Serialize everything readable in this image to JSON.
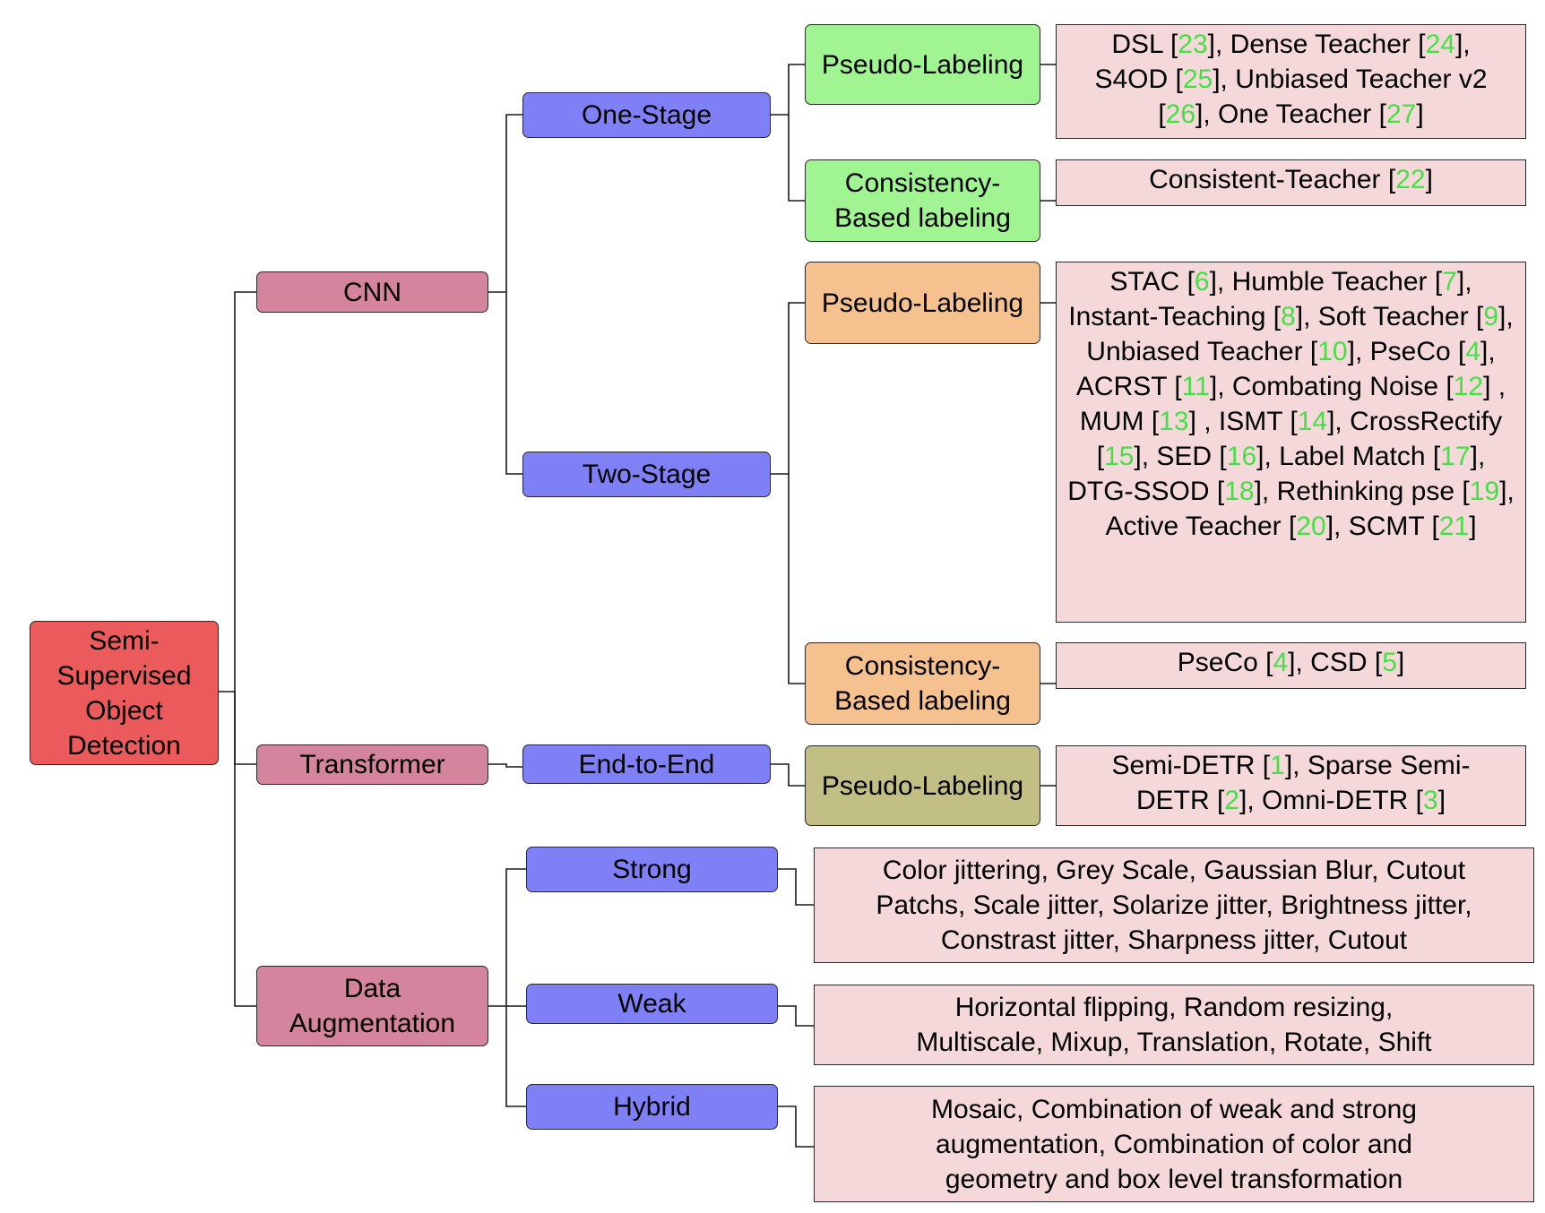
{
  "root": {
    "label": "Semi-Supervised Object Detection"
  },
  "categories": {
    "cnn": {
      "label": "CNN"
    },
    "transformer": {
      "label": "Transformer"
    },
    "data_augmentation": {
      "label": "Data Augmentation"
    }
  },
  "stages": {
    "one_stage": "One-Stage",
    "two_stage": "Two-Stage",
    "end_to_end": "End-to-End",
    "strong": "Strong",
    "weak": "Weak",
    "hybrid": "Hybrid"
  },
  "methods": {
    "one_stage_pseudo": "Pseudo-Labeling",
    "one_stage_consistency": "Consistency-Based labeling",
    "two_stage_pseudo": "Pseudo-Labeling",
    "two_stage_consistency": "Consistency-Based labeling",
    "end_to_end_pseudo": "Pseudo-Labeling"
  },
  "leaves": {
    "one_stage_pseudo": [
      {
        "t": "DSL ["
      },
      {
        "r": "23"
      },
      {
        "t": "], Dense Teacher ["
      },
      {
        "r": "24"
      },
      {
        "t": "], S4OD ["
      },
      {
        "r": "25"
      },
      {
        "t": "], Unbiased Teacher v2 ["
      },
      {
        "r": "26"
      },
      {
        "t": "], One Teacher ["
      },
      {
        "r": "27"
      },
      {
        "t": "]"
      }
    ],
    "one_stage_consistency": [
      {
        "t": "Consistent-Teacher ["
      },
      {
        "r": "22"
      },
      {
        "t": "]"
      }
    ],
    "two_stage_pseudo": [
      {
        "t": "STAC ["
      },
      {
        "r": "6"
      },
      {
        "t": "], Humble Teacher ["
      },
      {
        "r": "7"
      },
      {
        "t": "], Instant-Teaching ["
      },
      {
        "r": "8"
      },
      {
        "t": "], Soft Teacher ["
      },
      {
        "r": "9"
      },
      {
        "t": "], Unbiased Teacher ["
      },
      {
        "r": "10"
      },
      {
        "t": "], PseCo ["
      },
      {
        "r": "4"
      },
      {
        "t": "], ACRST ["
      },
      {
        "r": "11"
      },
      {
        "t": "], Combating Noise ["
      },
      {
        "r": "12"
      },
      {
        "t": "] , MUM ["
      },
      {
        "r": "13"
      },
      {
        "t": "] , ISMT ["
      },
      {
        "r": "14"
      },
      {
        "t": "], CrossRectify ["
      },
      {
        "r": "15"
      },
      {
        "t": "], SED ["
      },
      {
        "r": "16"
      },
      {
        "t": "], Label Match ["
      },
      {
        "r": "17"
      },
      {
        "t": "], DTG-SSOD ["
      },
      {
        "r": "18"
      },
      {
        "t": "], Rethinking pse ["
      },
      {
        "r": "19"
      },
      {
        "t": "], Active Teacher ["
      },
      {
        "r": "20"
      },
      {
        "t": "], SCMT ["
      },
      {
        "r": "21"
      },
      {
        "t": "]"
      }
    ],
    "two_stage_consistency": [
      {
        "t": "PseCo ["
      },
      {
        "r": "4"
      },
      {
        "t": "], CSD ["
      },
      {
        "r": "5"
      },
      {
        "t": "]"
      }
    ],
    "end_to_end_pseudo": [
      {
        "t": "Semi-DETR ["
      },
      {
        "r": "1"
      },
      {
        "t": "], Sparse Semi-DETR ["
      },
      {
        "r": "2"
      },
      {
        "t": "], Omni-DETR ["
      },
      {
        "r": "3"
      },
      {
        "t": "]"
      }
    ],
    "strong": [
      {
        "t": "Color jittering, Grey Scale, Gaussian Blur, Cutout Patchs, Scale jitter, Solarize jitter, Brightness jitter, Constrast jitter, Sharpness jitter, Cutout"
      }
    ],
    "weak": [
      {
        "t": "Horizontal flipping, Random resizing, Multiscale, Mixup, Translation, Rotate, Shift"
      }
    ],
    "hybrid": [
      {
        "t": "Mosaic, Combination of weak and strong augmentation, Combination of color and geometry and box level transformation"
      }
    ]
  },
  "colors": {
    "root": "#eb5b5b",
    "category": "#d4849c",
    "stage": "#8080f6",
    "one_stage_method": "#a0f592",
    "two_stage_method": "#f5c18f",
    "end_to_end_method": "#c2bf84",
    "leaf": "#f5d8d9",
    "reference": "#45e045"
  }
}
